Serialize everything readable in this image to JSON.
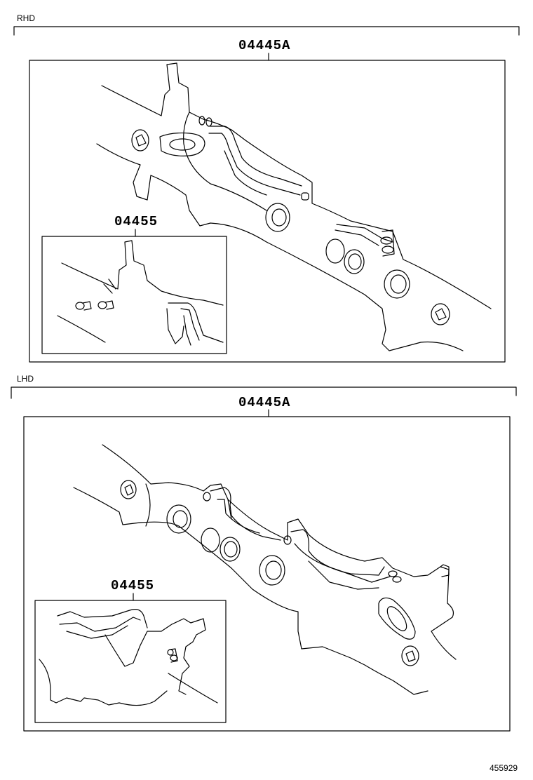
{
  "rhd": {
    "tag": "RHD",
    "main_part": "04445A",
    "sub_part": "04455"
  },
  "lhd": {
    "tag": "LHD",
    "main_part": "04445A",
    "sub_part": "04455"
  },
  "diagram_id": "455929"
}
